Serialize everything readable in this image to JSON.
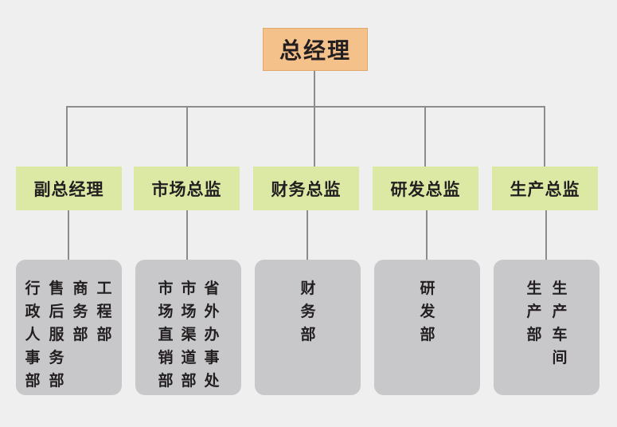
{
  "root": {
    "label": "总经理"
  },
  "directors": [
    {
      "label": "副总经理"
    },
    {
      "label": "市场总监"
    },
    {
      "label": "财务总监"
    },
    {
      "label": "研发总监"
    },
    {
      "label": "生产总监"
    }
  ],
  "departments": [
    {
      "columns": [
        "行政人事部",
        "售后服务部",
        "商务部",
        "工程部"
      ]
    },
    {
      "columns": [
        "市场直销部",
        "市场渠道部",
        "省外办事处"
      ]
    },
    {
      "columns": [
        "财务部"
      ]
    },
    {
      "columns": [
        "研发部"
      ]
    },
    {
      "columns": [
        "生产部",
        "生产车间"
      ]
    }
  ],
  "colors": {
    "root_fill": "#f5c18b",
    "director_fill": "#dbe9a5",
    "department_fill": "#c8c8ca",
    "connector": "#8c8c8c",
    "background": "#efefef"
  }
}
